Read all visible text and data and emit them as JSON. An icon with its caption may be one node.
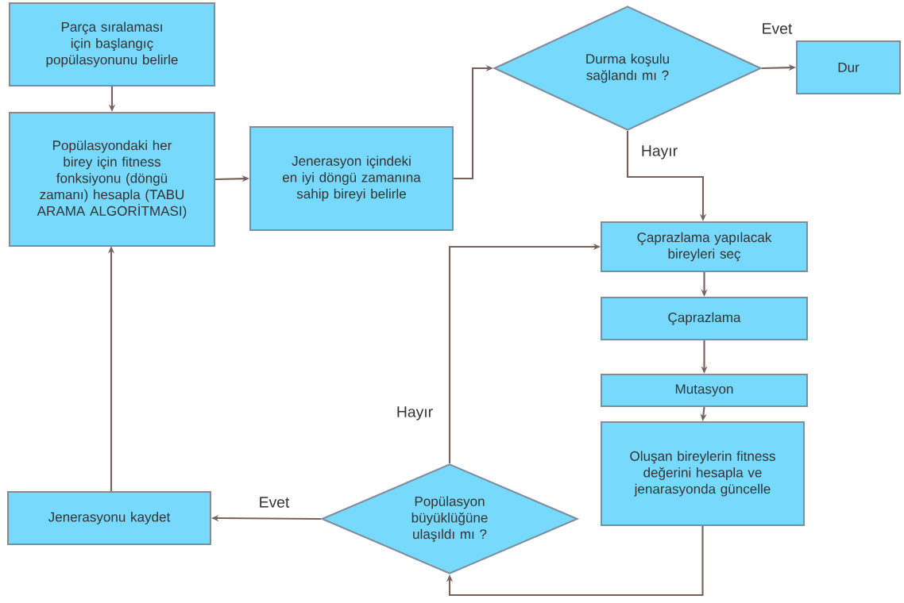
{
  "diagram": {
    "nodes": [
      {
        "text": [
          "Parça sıralaması için başlangıç popülasyonunu belirle"
        ]
      },
      {
        "text": [
          "Popülasyondaki her birey için fitness fonksiyonu (döngü zamanı) hesapla (TABU ARAMA ALGORİTMASI)"
        ]
      },
      {
        "text": [
          "Jenerasyon içindeki en iyi döngü zamanına sahip bireyi belirle"
        ]
      },
      {
        "text": [
          "Durma koşulu sağlandı mı ?"
        ]
      },
      {
        "text": [
          "Dur"
        ]
      },
      {
        "text": [
          "Çaprazlama yapılacak bireyleri seç"
        ]
      },
      {
        "text": [
          "Çaprazlama"
        ]
      },
      {
        "text": [
          "Mutasyon"
        ]
      },
      {
        "text": [
          "Oluşan bireylerin fitness değerini hesapla ve jenarasyonda güncelle"
        ]
      },
      {
        "text": [
          "Popülasyon büyüklüğüne ulaşıldı mı ?"
        ]
      },
      {
        "text": [
          "Jenerasyonu kaydet"
        ]
      }
    ],
    "edges": [
      {
        "from": 0,
        "to": 1,
        "arrow": "to"
      },
      {
        "from": 1,
        "to": 2,
        "arrow": "to"
      },
      {
        "from": 2,
        "to": 3,
        "arrow": "to"
      },
      {
        "from": 3,
        "to": 4,
        "arrow": "to",
        "label": "Evet"
      },
      {
        "from": 3,
        "to": 5,
        "arrow": "to",
        "label": "Hayır"
      },
      {
        "from": 5,
        "to": 6,
        "arrow": "to"
      },
      {
        "from": 6,
        "to": 7,
        "arrow": "to"
      },
      {
        "from": 7,
        "to": 8,
        "arrow": "to"
      },
      {
        "from": 8,
        "to": 9,
        "arrow": "to"
      },
      {
        "from": 9,
        "to": 10,
        "arrow": "to",
        "label": "Evet"
      },
      {
        "from": 9,
        "to": 5,
        "arrow": "to",
        "label": "Hayır"
      },
      {
        "from": 10,
        "to": 1,
        "arrow": "to"
      }
    ]
  }
}
